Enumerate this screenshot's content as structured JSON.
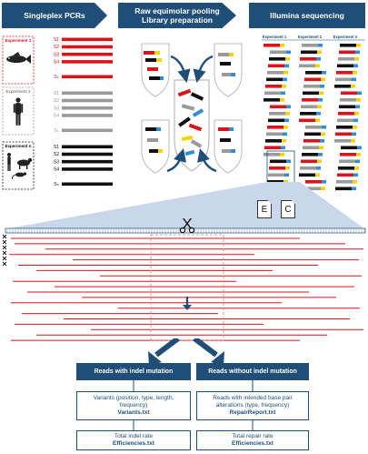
{
  "headers": {
    "singleplex": "Singleplex PCRs",
    "pooling_line1": "Raw equimolar pooling",
    "pooling_line2": "Library preparation",
    "illumina": "Illumina sequencing"
  },
  "experiments": [
    {
      "label": "Experiment 1",
      "color": "#d9151b",
      "samples": [
        "S1",
        "S2",
        "S3",
        "S4",
        "⋮",
        "Sₙ"
      ]
    },
    {
      "label": "Experiment 2",
      "color": "#9a9a9a",
      "samples": [
        "S1",
        "S2",
        "S3",
        "S4",
        "⋮",
        "Sₙ"
      ]
    },
    {
      "label": "Experiment n",
      "color": "#111111",
      "samples": [
        "S1",
        "S2",
        "S3",
        "S4",
        "⋮",
        "Sₙ"
      ]
    }
  ],
  "seq_columns": [
    "Experiment 1",
    "Experiment 2",
    "Experiment n"
  ],
  "file_icons": [
    "E",
    "C"
  ],
  "boxes": {
    "with_indel": "Reads with indel mutation",
    "without_indel": "Reads without indel mutation",
    "variants_desc": "Variants (position, type, length, frequency)",
    "variants_file": "Variants.txt",
    "repair_desc": "Reads with intended base pair alterations (type, frequency)",
    "repair_file": "RepairReport.txt",
    "indel_rate": "Total indel rate",
    "indel_file": "Efficiencies.txt",
    "repair_rate": "Total repair rate",
    "repair_rate_file": "Efficiencies.txt"
  },
  "colors": {
    "navy": "#1f4e79",
    "red": "#d9151b",
    "gray": "#9a9a9a",
    "black": "#111111",
    "yellow": "#f2d500",
    "blue": "#2e8fd8",
    "light": "#c8d8ea"
  }
}
